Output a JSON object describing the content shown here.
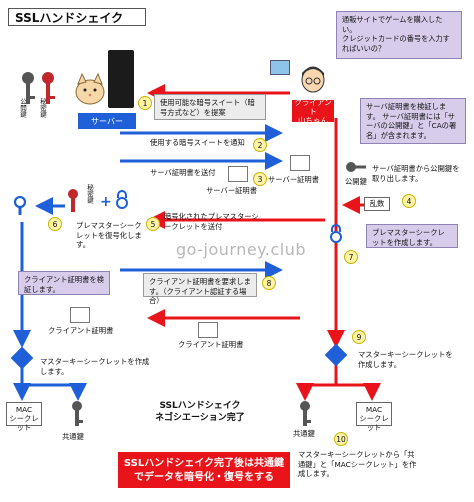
{
  "title": "SSLハンドシェイク",
  "watermark": "go-journey.club",
  "server": {
    "label": "サーバー"
  },
  "client": {
    "label": "クライアント\n山ちゃん"
  },
  "keys_left": {
    "public": "公開鍵",
    "private": "秘密鍵"
  },
  "client_bubble": "通販サイトでゲームを購入したい。\nクレジットカードの番号を入力すればいいの？",
  "cert_verify_bubble": "サーバ証明書を検証します。\nサーバ証明書には「サーバの公開鍵」と「CAの署名」が含まれます。",
  "steps": [
    {
      "num": "1",
      "text": "使用可能な暗号スイート（暗号方式など）を提案"
    },
    {
      "num": "2",
      "text": "使用する暗号スイートを通知"
    },
    {
      "num": "3",
      "text": "サーバ証明書を送付"
    },
    {
      "num": "4",
      "text": "サーバ証明書から公開鍵を取り出します。"
    },
    {
      "num": "5",
      "text": "暗号化されたプレマスターシークレットを送付"
    },
    {
      "num": "6",
      "text": "プレマスターシークレットを復号化します。"
    },
    {
      "num": "7",
      "text": "プレマスターシークレットを作成します。"
    },
    {
      "num": "8",
      "text": "クライアント証明書を要求します。（クライアント認証する場合）"
    },
    {
      "num": "9",
      "text": "マスターキーシークレットを作成します。"
    },
    {
      "num": "10",
      "text": "マスターキーシークレットから「共通鍵」と「MACシークレット」を作成します。"
    }
  ],
  "labels": {
    "server_cert_arrow": "サーバー証明書",
    "server_cert_right": "サーバー証明書",
    "public_key_right": "公開鍵",
    "random": "乱数",
    "private_key_mid": "秘密鍵",
    "client_cert_verify": "クライアント証明書を検証します。",
    "client_cert_1": "クライアント証明書",
    "client_cert_2": "クライアント証明書",
    "master_left": "マスターキーシークレットを作成します。",
    "mac_left": "MAC\nシークレット",
    "common_left": "共通鍵",
    "common_right": "共通鍵",
    "mac_right": "MAC\nシークレット",
    "complete": "SSLハンドシェイク\nネゴシエーション完了",
    "banner": "SSLハンドシェイク完了後は共通鍵でデータを暗号化・復号をする"
  },
  "colors": {
    "blue": "#1f5fd8",
    "red": "#e8141a",
    "bubble": "#d7cdeb",
    "step": "#fff3a8"
  }
}
